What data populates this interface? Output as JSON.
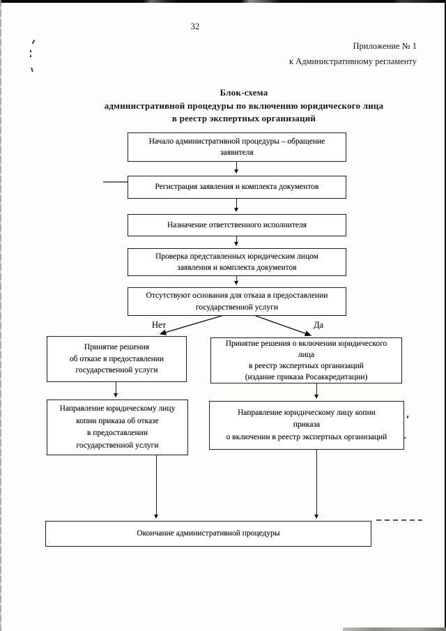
{
  "page": {
    "number": "32",
    "appendix": [
      "Приложение № 1",
      "к Административному регламенту"
    ],
    "title": [
      "Блок-схема",
      "административной процедуры по включению юридического лица",
      "в реестр экспертных организаций"
    ]
  },
  "flowchart": {
    "start": [
      "Начало административной процедуры – обращение",
      "заявителя"
    ],
    "registration": [
      "Регистрация заявления и комплекта документов"
    ],
    "assignment": [
      "Назначение ответственного исполнителя"
    ],
    "verification": [
      "Проверка представленных юридическим лицом",
      "заявления и комплекта документов"
    ],
    "decision": [
      "Отсутствуют основания для отказа в предоставлении",
      "государственной услуги"
    ],
    "label_no": "Нет",
    "label_yes": "Да",
    "refusal_decision": [
      "Принятие решения",
      "об отказе в предоставлении",
      "государственной услуги"
    ],
    "inclusion_decision": [
      "Принятие решения о включении юридического",
      "лица",
      "в реестр экспертных организаций",
      "(издание приказа Росаккредитации)"
    ],
    "refusal_copy": [
      "Направление юридическому лицу",
      "копии приказа об отказе",
      "в предоставлении",
      "государственной услуги"
    ],
    "inclusion_copy": [
      "Направление юридическому лицу копии",
      "приказа",
      "о включении в реестр экспертных организаций"
    ],
    "end": [
      "Окончание административной процедуры"
    ]
  }
}
